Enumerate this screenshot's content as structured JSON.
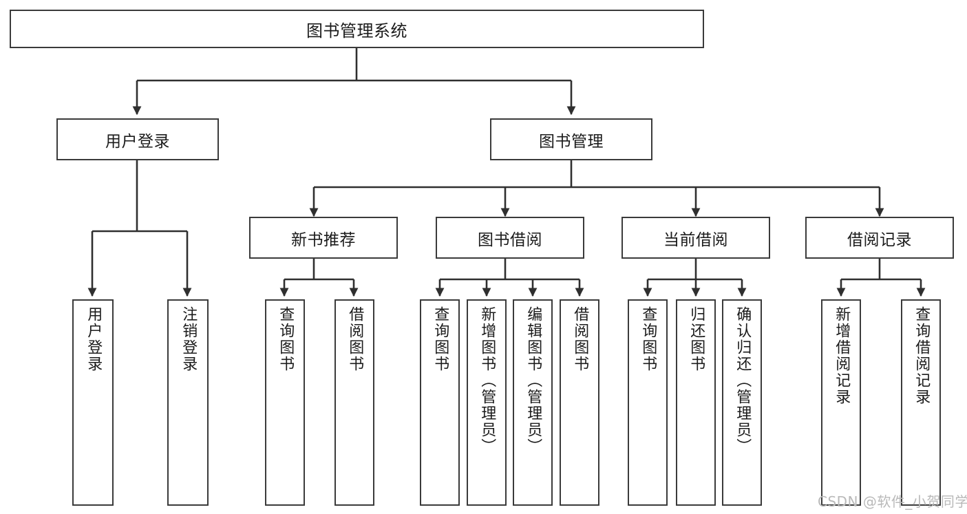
{
  "diagram": {
    "title": "图书管理系统",
    "type": "tree",
    "root": {
      "id": "root",
      "label": "图书管理系统"
    },
    "level2": [
      {
        "id": "user-login",
        "label": "用户登录"
      },
      {
        "id": "book-management",
        "label": "图书管理"
      }
    ],
    "level3": [
      {
        "id": "new-book-recommend",
        "label": "新书推荐",
        "parent": "book-management"
      },
      {
        "id": "book-borrow",
        "label": "图书借阅",
        "parent": "book-management"
      },
      {
        "id": "current-borrow",
        "label": "当前借阅",
        "parent": "book-management"
      },
      {
        "id": "borrow-record",
        "label": "借阅记录",
        "parent": "book-management"
      }
    ],
    "leaves": [
      {
        "id": "leaf-user-login",
        "label": "用户登录",
        "parent": "user-login"
      },
      {
        "id": "leaf-logout-login",
        "label": "注销登录",
        "parent": "user-login"
      },
      {
        "id": "leaf-query-book-1",
        "label": "查询图书",
        "parent": "new-book-recommend"
      },
      {
        "id": "leaf-borrow-book-1",
        "label": "借阅图书",
        "parent": "new-book-recommend"
      },
      {
        "id": "leaf-query-book-2",
        "label": "查询图书",
        "parent": "book-borrow"
      },
      {
        "id": "leaf-add-book",
        "label": "新增图书（管理员）",
        "parent": "book-borrow"
      },
      {
        "id": "leaf-edit-book",
        "label": "编辑图书（管理员）",
        "parent": "book-borrow"
      },
      {
        "id": "leaf-borrow-book-2",
        "label": "借阅图书",
        "parent": "book-borrow"
      },
      {
        "id": "leaf-query-book-3",
        "label": "查询图书",
        "parent": "current-borrow"
      },
      {
        "id": "leaf-return-book",
        "label": "归还图书",
        "parent": "current-borrow"
      },
      {
        "id": "leaf-confirm-return",
        "label": "确认归还（管理员）",
        "parent": "current-borrow"
      },
      {
        "id": "leaf-add-record",
        "label": "新增借阅记录",
        "parent": "borrow-record"
      },
      {
        "id": "leaf-query-record",
        "label": "查询借阅记录",
        "parent": "borrow-record"
      }
    ],
    "colors": {
      "border": "#3a3a3a",
      "edge": "#2f2f2f",
      "background": "#ffffff",
      "text": "#1b1b1b",
      "watermark": "#b9b9b9"
    }
  },
  "watermark": {
    "text": "CSDN @软件_小贺同学"
  }
}
